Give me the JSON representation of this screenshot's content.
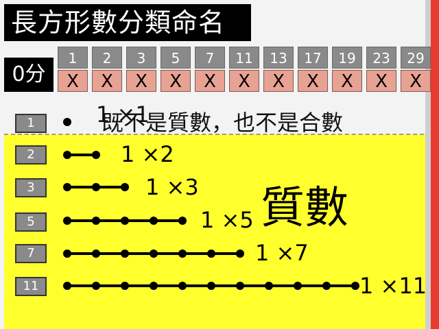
{
  "title": "長方形數分類命名",
  "score": "0分",
  "grid": {
    "numbers": [
      "1",
      "2",
      "3",
      "5",
      "7",
      "11",
      "13",
      "17",
      "19",
      "23",
      "29"
    ],
    "marks": [
      "X",
      "X",
      "X",
      "X",
      "X",
      "X",
      "X",
      "X",
      "X",
      "X",
      "X"
    ]
  },
  "rows": [
    {
      "label": "1",
      "dots": 1,
      "text": "既不是質數，也不是合數",
      "overlap": "1 ×1"
    },
    {
      "label": "2",
      "dots": 2,
      "text": "1 ×2"
    },
    {
      "label": "3",
      "dots": 3,
      "text": "1 ×3"
    },
    {
      "label": "5",
      "dots": 5,
      "text": "1 ×5"
    },
    {
      "label": "7",
      "dots": 7,
      "text": "1 ×7"
    },
    {
      "label": "11",
      "dots": 11,
      "text": "1 ×11"
    }
  ],
  "category_label": "質數",
  "colors": {
    "highlight": "#ffff2e",
    "accent": "#e63b2e",
    "cell": "#8a8a8a",
    "mark": "#e7a293"
  }
}
